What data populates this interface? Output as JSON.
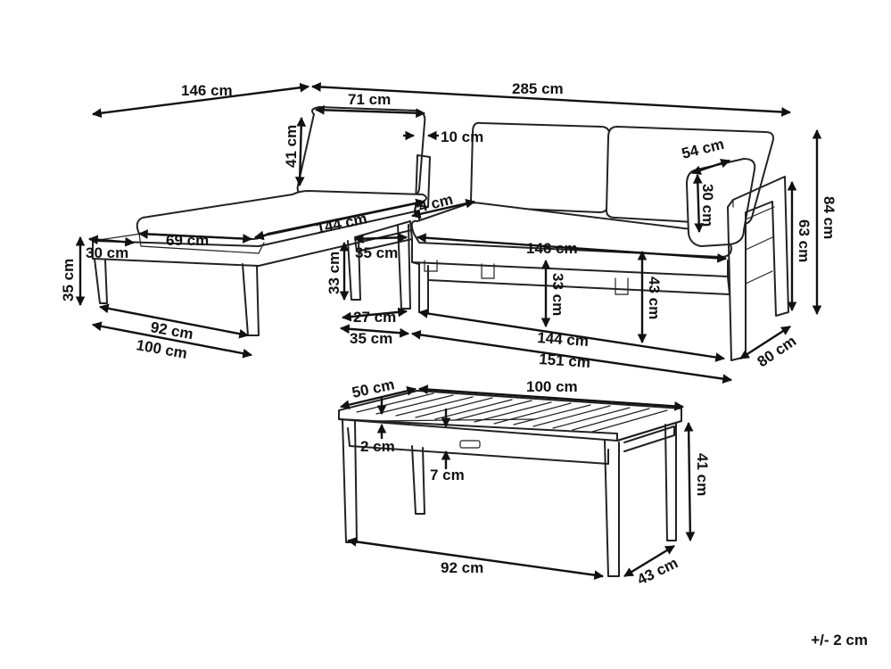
{
  "dimensions": {
    "chaise_length": "146 cm",
    "total_width": "285 cm",
    "back_cushion_width": "71 cm",
    "back_cushion_height": "41 cm",
    "back_cushion_depth": "10 cm",
    "chaise_inner_length": "144 cm",
    "chaise_cushion_width": "69 cm",
    "chaise_cushion_thickness": "30 cm",
    "chaise_height": "35 cm",
    "chaise_frame_inner": "92 cm",
    "chaise_frame_outer": "100 cm",
    "chaise_seat_height": "33 cm",
    "chaise_side_inner": "27 cm",
    "chaise_side_outer": "35 cm",
    "sofa_depth_top": "74 cm",
    "sofa_seat_width": "146 cm",
    "sofa_side_height": "35 cm",
    "sofa_seat_height": "33 cm",
    "sofa_arm_height": "43 cm",
    "sofa_frame_inner": "144 cm",
    "sofa_frame_outer": "151 cm",
    "sofa_depth": "80 cm",
    "pillow_width": "54 cm",
    "pillow_height": "30 cm",
    "sofa_backrest_height": "63 cm",
    "sofa_total_height": "84 cm",
    "table_depth": "50 cm",
    "table_length": "100 cm",
    "table_top_thickness": "2 cm",
    "table_apron": "7 cm",
    "table_height": "41 cm",
    "table_inner_length": "92 cm",
    "table_inner_depth": "43 cm"
  },
  "tolerance": "+/- 2 cm"
}
